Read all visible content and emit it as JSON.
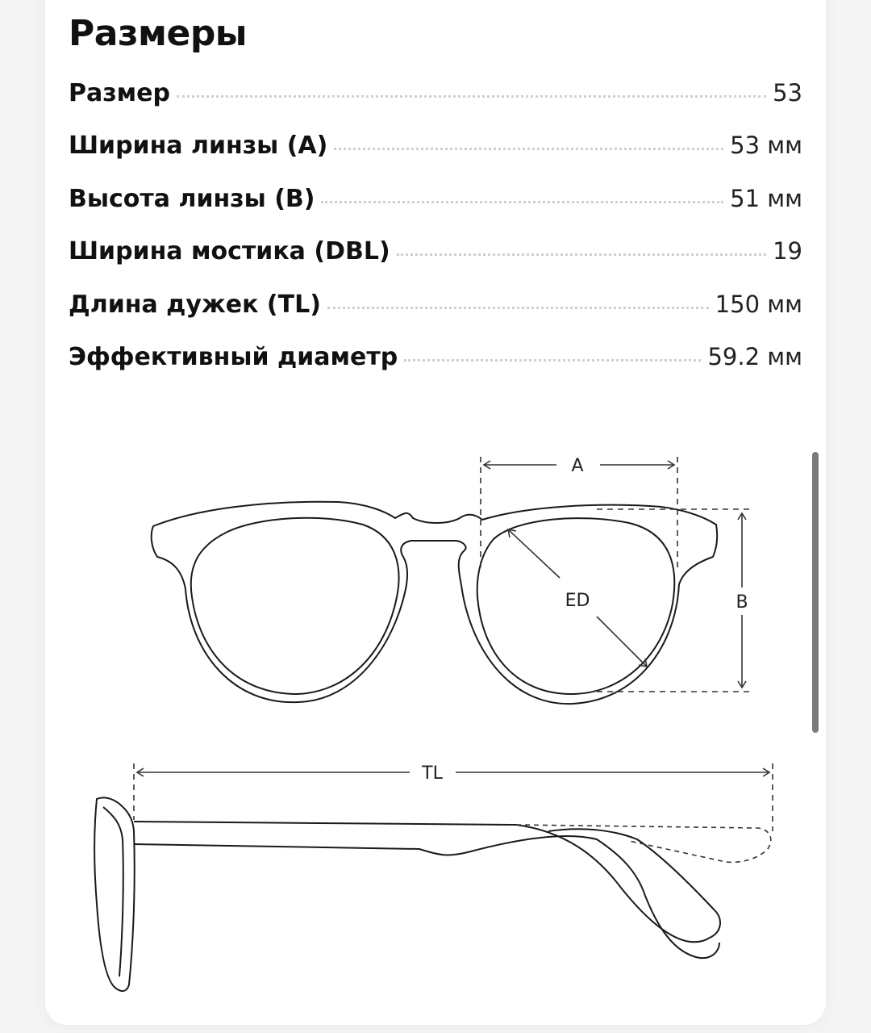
{
  "title": "Размеры",
  "specs": [
    {
      "label": "Размер",
      "value": "53"
    },
    {
      "label": "Ширина линзы (A)",
      "value": "53 мм"
    },
    {
      "label": "Высота линзы (B)",
      "value": "51 мм"
    },
    {
      "label": "Ширина мостика (DBL)",
      "value": "19"
    },
    {
      "label": "Длина дужек (TL)",
      "value": "150 мм"
    },
    {
      "label": "Эффективный диаметр",
      "value": "59.2 мм"
    }
  ],
  "diagram": {
    "label_a": "A",
    "label_b": "B",
    "label_ed": "ED",
    "label_tl": "TL"
  }
}
